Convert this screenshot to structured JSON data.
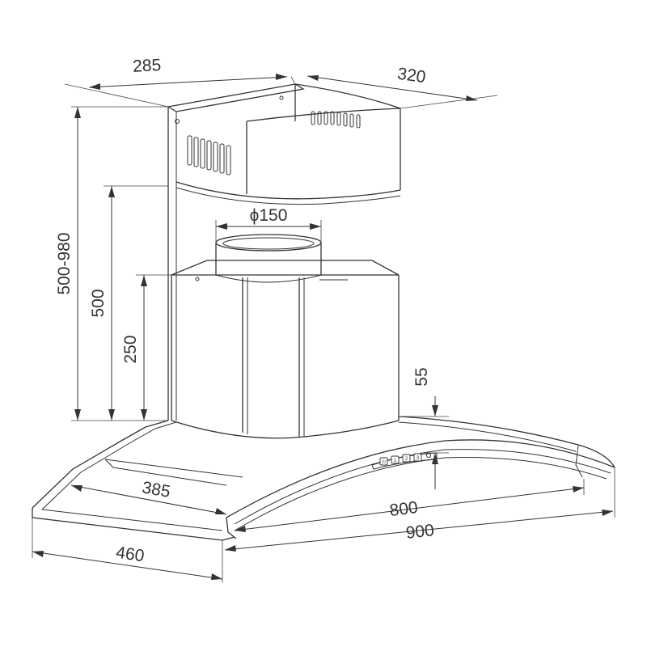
{
  "dimensions": {
    "chimney_depth": "285",
    "chimney_width": "320",
    "total_height_range": "500-980",
    "upper_chimney_height": "500",
    "lower_chimney_height": "250",
    "duct_diameter": "ϕ150",
    "glass_height": "55",
    "canopy_depth_inner": "385",
    "canopy_width_inner": "800",
    "canopy_depth": "460",
    "canopy_width": "900"
  },
  "control_panel": {
    "buttons": [
      "⏻",
      "1",
      "2",
      "3"
    ]
  }
}
